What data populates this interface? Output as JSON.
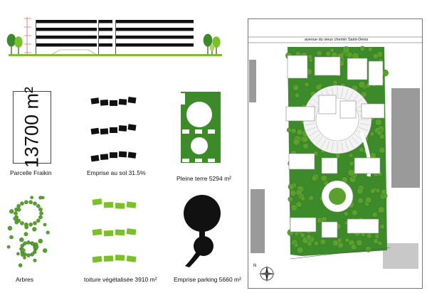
{
  "panels": {
    "parcel": {
      "area_text": "13700 m²",
      "caption": "Parcelle Fraikin"
    },
    "footprint": {
      "caption": "Emprise au sol 31.5%"
    },
    "open_ground": {
      "caption": "Pleine terre 5294 m²"
    },
    "trees": {
      "caption": "Arbres"
    },
    "green_roof": {
      "caption": "toiture végétalisée  3910 m²"
    },
    "parking": {
      "caption": "Emprise parking  5660 m²"
    }
  },
  "site_plan": {
    "street_label": "avenue du vieux chemin Saint-Denis",
    "compass_label": "N"
  },
  "colors": {
    "green": "#3c8a2a",
    "light_green": "#7bbf2a",
    "grass_green": "#5aa02e",
    "black": "#111111",
    "grey_building": "#9a9a9a"
  }
}
